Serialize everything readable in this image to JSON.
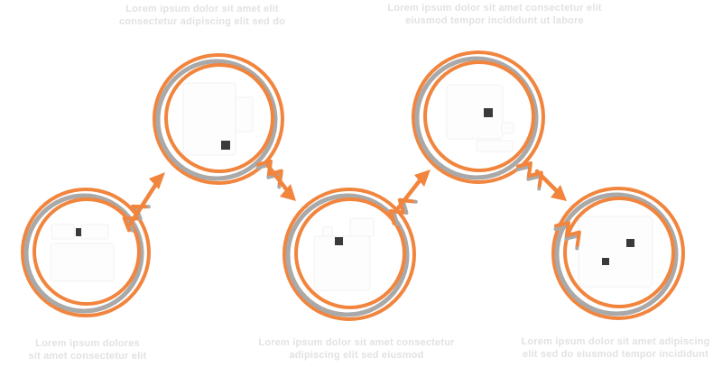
{
  "note": "Transparent-background process infographic; all label text and icon glyphs are rendered white-on-white in the source screenshot and are not legible. Placeholder lorem text mimics the visible text-block extents.",
  "colors": {
    "accent_orange": "#F1853E",
    "ring_gray": "#A9A9A9",
    "background": "#FFFFFF",
    "faint_text": "#E2E2E2",
    "icon_white": "#FDFDFD",
    "icon_dark_detail": "#3A3A3A"
  },
  "diagram": {
    "type": "five-step zigzag process flow",
    "step_count": 5,
    "arrow_count": 4
  },
  "labels": {
    "top_left": {
      "legibility": "illegible-white-text",
      "line1": "Lorem ipsum dolor sit amet elit",
      "line2": "consectetur adipiscing elit sed do"
    },
    "top_right": {
      "legibility": "illegible-white-text",
      "line1": "Lorem ipsum dolor sit amet consectetur elit",
      "line2": "eiusmod tempor incididunt ut labore"
    },
    "bottom_left": {
      "legibility": "illegible-white-text",
      "line1": "Lorem ipsum dolores",
      "line2": "sit amet consectetur elit"
    },
    "bottom_middle": {
      "legibility": "illegible-white-text",
      "line1": "Lorem ipsum dolor sit amet consectetur",
      "line2": "adipiscing elit sed eiusmod"
    },
    "bottom_right": {
      "legibility": "illegible-white-text",
      "line1": "Lorem ipsum dolor sit amet adipiscing",
      "line2": "elit sed do eiusmod tempor incididunt"
    }
  }
}
